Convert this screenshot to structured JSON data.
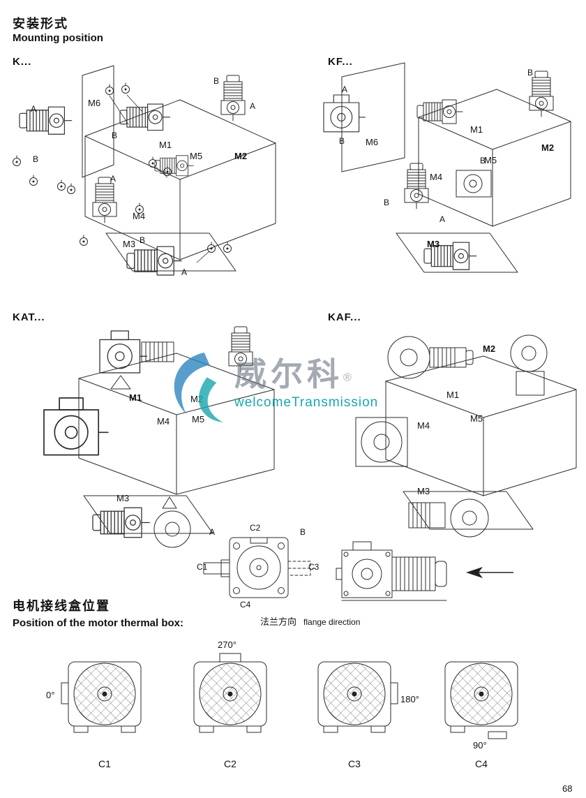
{
  "page": {
    "title_zh": "安装形式",
    "title_en": "Mounting position",
    "page_number": "68"
  },
  "mounting_sections": [
    {
      "label": "K...",
      "m1": "M1",
      "m2": "M2",
      "m3": "M3",
      "m4": "M4",
      "m5": "M5",
      "m6": "M6"
    },
    {
      "label": "KF...",
      "m1": "M1",
      "m2": "M2",
      "m3": "M3",
      "m4": "M4",
      "m5": "M5",
      "m6": "M6"
    },
    {
      "label": "KAT...",
      "m1": "M1",
      "m2": "M2",
      "m3": "M3",
      "m4": "M4",
      "m5": "M5"
    },
    {
      "label": "KAF...",
      "m1": "M1",
      "m2": "M2",
      "m3": "M3",
      "m4": "M4",
      "m5": "M5"
    }
  ],
  "shaft_labels": {
    "a": "A",
    "b": "B"
  },
  "watermark": {
    "brand_zh": "威尔科",
    "registered_mark": "®",
    "brand_en": "welcomeTransmission",
    "swirl_blue": "#2e86c1",
    "swirl_teal": "#18a6ad",
    "text_gray": "#6c7682",
    "text_teal": "#18a6ad"
  },
  "flange_diagram": {
    "label_a": "A",
    "label_b": "B",
    "c1": "C1",
    "c2": "C2",
    "c3": "C3",
    "c4": "C4",
    "caption_zh": "法兰方向",
    "caption_en": "flange direction"
  },
  "thermal_box": {
    "title_zh": "电机接线盒位置",
    "title_en": "Position of the motor thermal box:",
    "positions": [
      {
        "label": "C1",
        "angle": "0°"
      },
      {
        "label": "C2",
        "angle": "270°"
      },
      {
        "label": "C3",
        "angle": "180°"
      },
      {
        "label": "C4",
        "angle": "90°"
      }
    ]
  }
}
